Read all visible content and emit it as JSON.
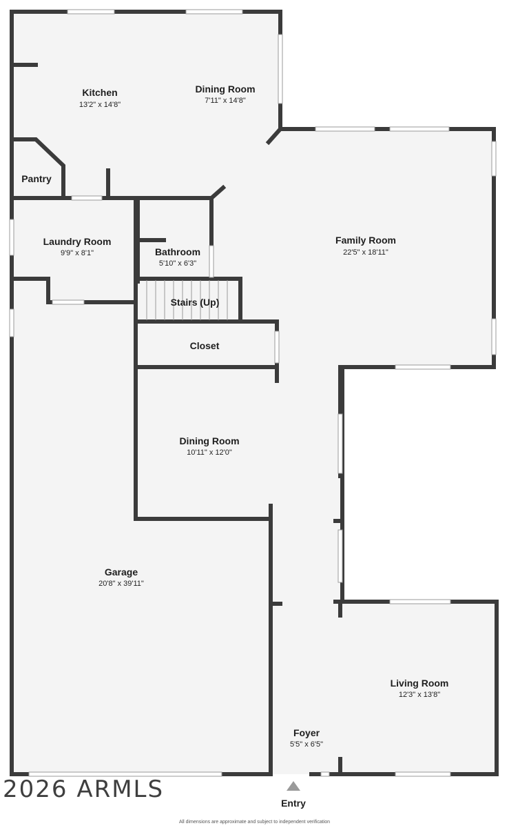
{
  "rooms": [
    {
      "key": "kitchen",
      "name": "Kitchen",
      "dim": "13'2\" x 14'8\""
    },
    {
      "key": "dining_top",
      "name": "Dining Room",
      "dim": "7'11\" x 14'8\""
    },
    {
      "key": "pantry",
      "name": "Pantry",
      "dim": ""
    },
    {
      "key": "family",
      "name": "Family Room",
      "dim": "22'5\" x 18'11\""
    },
    {
      "key": "laundry",
      "name": "Laundry Room",
      "dim": "9'9\" x 8'1\""
    },
    {
      "key": "bathroom",
      "name": "Bathroom",
      "dim": "5'10\" x 6'3\""
    },
    {
      "key": "stairs",
      "name": "Stairs (Up)",
      "dim": ""
    },
    {
      "key": "closet",
      "name": "Closet",
      "dim": ""
    },
    {
      "key": "dining_mid",
      "name": "Dining Room",
      "dim": "10'11\" x 12'0\""
    },
    {
      "key": "garage",
      "name": "Garage",
      "dim": "20'8\" x 39'11\""
    },
    {
      "key": "living",
      "name": "Living Room",
      "dim": "12'3\" x 13'8\""
    },
    {
      "key": "foyer",
      "name": "Foyer",
      "dim": "5'5\" x 6'5\""
    }
  ],
  "entry": "Entry",
  "watermark": "2026 ARMLS",
  "disclaimer": "All dimensions are approximate and subject to independent verification",
  "colors": {
    "floor": "#f4f4f4",
    "wall": "#3b3b3b"
  }
}
